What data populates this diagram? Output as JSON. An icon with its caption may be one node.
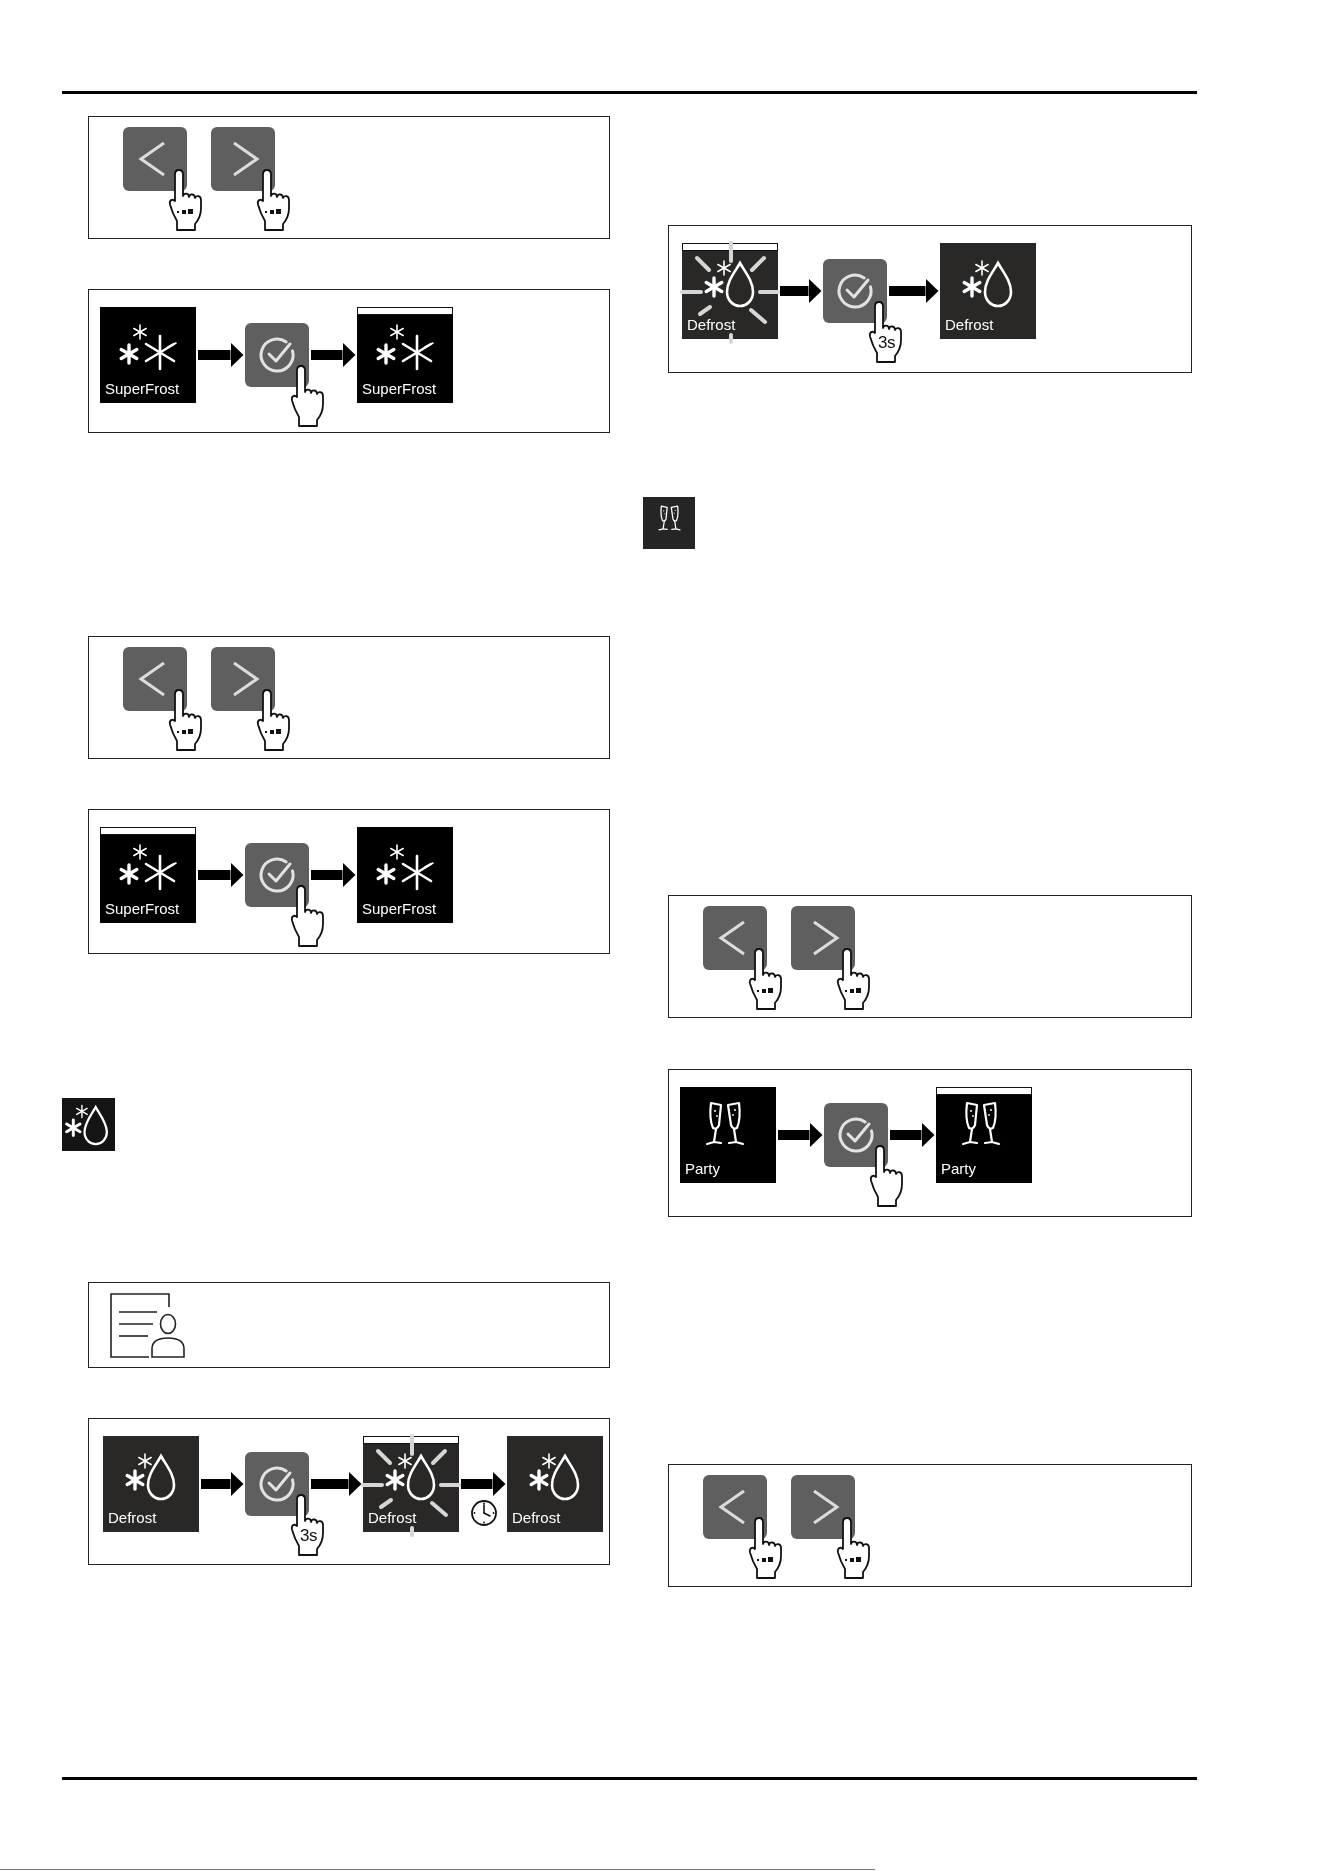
{
  "diagram": {
    "nodes": [
      {
        "text": [
          "SuperFrost"
        ]
      },
      {
        "text": [],
        "shape": "box"
      },
      {
        "text": [
          "SuperFrost"
        ]
      },
      {
        "text": [
          "SuperFrost"
        ]
      },
      {
        "text": [],
        "shape": "box"
      },
      {
        "text": [
          "SuperFrost"
        ]
      },
      {
        "text": [
          "Defrost"
        ]
      },
      {
        "text": [],
        "shape": "box",
        "beside": [
          "3s"
        ]
      },
      {
        "text": [
          "Defrost"
        ]
      },
      {
        "text": [
          "Defrost"
        ]
      },
      {
        "text": [
          "Defrost"
        ]
      },
      {
        "text": [],
        "shape": "box",
        "beside": [
          "3s"
        ]
      },
      {
        "text": [
          "Defrost"
        ]
      },
      {
        "text": [
          "Party"
        ]
      },
      {
        "text": [],
        "shape": "box"
      },
      {
        "text": [
          "Party"
        ]
      }
    ],
    "edges": [
      {
        "from": 0,
        "to": 1,
        "arrow": "to"
      },
      {
        "from": 1,
        "to": 2,
        "arrow": "to"
      },
      {
        "from": 3,
        "to": 4,
        "arrow": "to"
      },
      {
        "from": 4,
        "to": 5,
        "arrow": "to"
      },
      {
        "from": 6,
        "to": 7,
        "arrow": "to"
      },
      {
        "from": 7,
        "to": 8,
        "arrow": "to"
      },
      {
        "from": 8,
        "to": 9,
        "arrow": "to"
      },
      {
        "from": 10,
        "to": 11,
        "arrow": "to"
      },
      {
        "from": 11,
        "to": 12,
        "arrow": "to"
      },
      {
        "from": 13,
        "to": 14,
        "arrow": "to"
      },
      {
        "from": 14,
        "to": 15,
        "arrow": "to"
      }
    ]
  }
}
